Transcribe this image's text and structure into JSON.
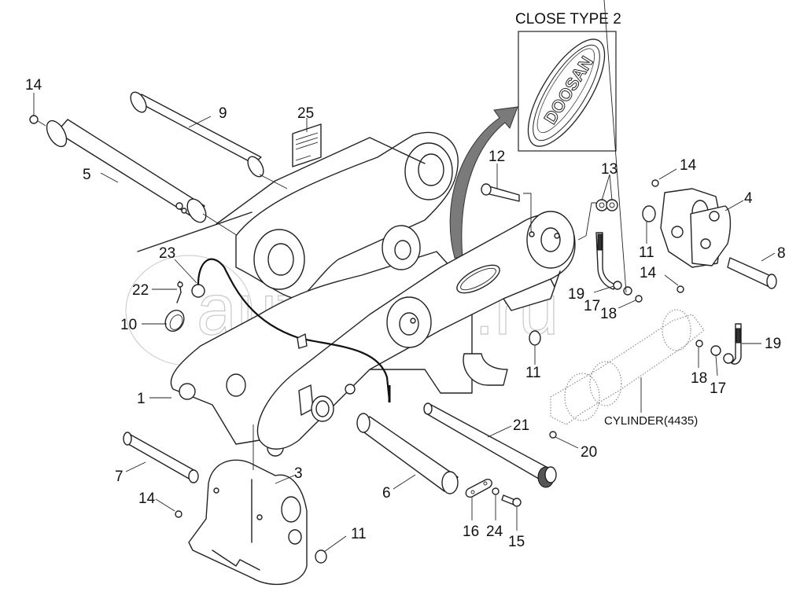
{
  "diagram": {
    "title": "Quick coupler exploded parts view",
    "inset": {
      "title": "CLOSE TYPE 2",
      "badge_text": "DOOSAN"
    },
    "cylinder_label": "CYLINDER(4435)",
    "watermark": "autopiter.ru",
    "callouts": [
      {
        "id": "c-1",
        "label": "1"
      },
      {
        "id": "c-3",
        "label": "3"
      },
      {
        "id": "c-4",
        "label": "4"
      },
      {
        "id": "c-5",
        "label": "5"
      },
      {
        "id": "c-6",
        "label": "6"
      },
      {
        "id": "c-7",
        "label": "7"
      },
      {
        "id": "c-8",
        "label": "8"
      },
      {
        "id": "c-9",
        "label": "9"
      },
      {
        "id": "c-10",
        "label": "10"
      },
      {
        "id": "c-11a",
        "label": "11"
      },
      {
        "id": "c-11b",
        "label": "11"
      },
      {
        "id": "c-11c",
        "label": "11"
      },
      {
        "id": "c-12",
        "label": "12"
      },
      {
        "id": "c-13",
        "label": "13"
      },
      {
        "id": "c-14a",
        "label": "14"
      },
      {
        "id": "c-14b",
        "label": "14"
      },
      {
        "id": "c-14c",
        "label": "14"
      },
      {
        "id": "c-14d",
        "label": "14"
      },
      {
        "id": "c-15",
        "label": "15"
      },
      {
        "id": "c-16",
        "label": "16"
      },
      {
        "id": "c-17a",
        "label": "17"
      },
      {
        "id": "c-17b",
        "label": "17"
      },
      {
        "id": "c-18a",
        "label": "18"
      },
      {
        "id": "c-18b",
        "label": "18"
      },
      {
        "id": "c-19a",
        "label": "19"
      },
      {
        "id": "c-19b",
        "label": "19"
      },
      {
        "id": "c-20",
        "label": "20"
      },
      {
        "id": "c-21",
        "label": "21"
      },
      {
        "id": "c-22",
        "label": "22"
      },
      {
        "id": "c-23",
        "label": "23"
      },
      {
        "id": "c-24",
        "label": "24"
      },
      {
        "id": "c-25",
        "label": "25"
      }
    ]
  }
}
